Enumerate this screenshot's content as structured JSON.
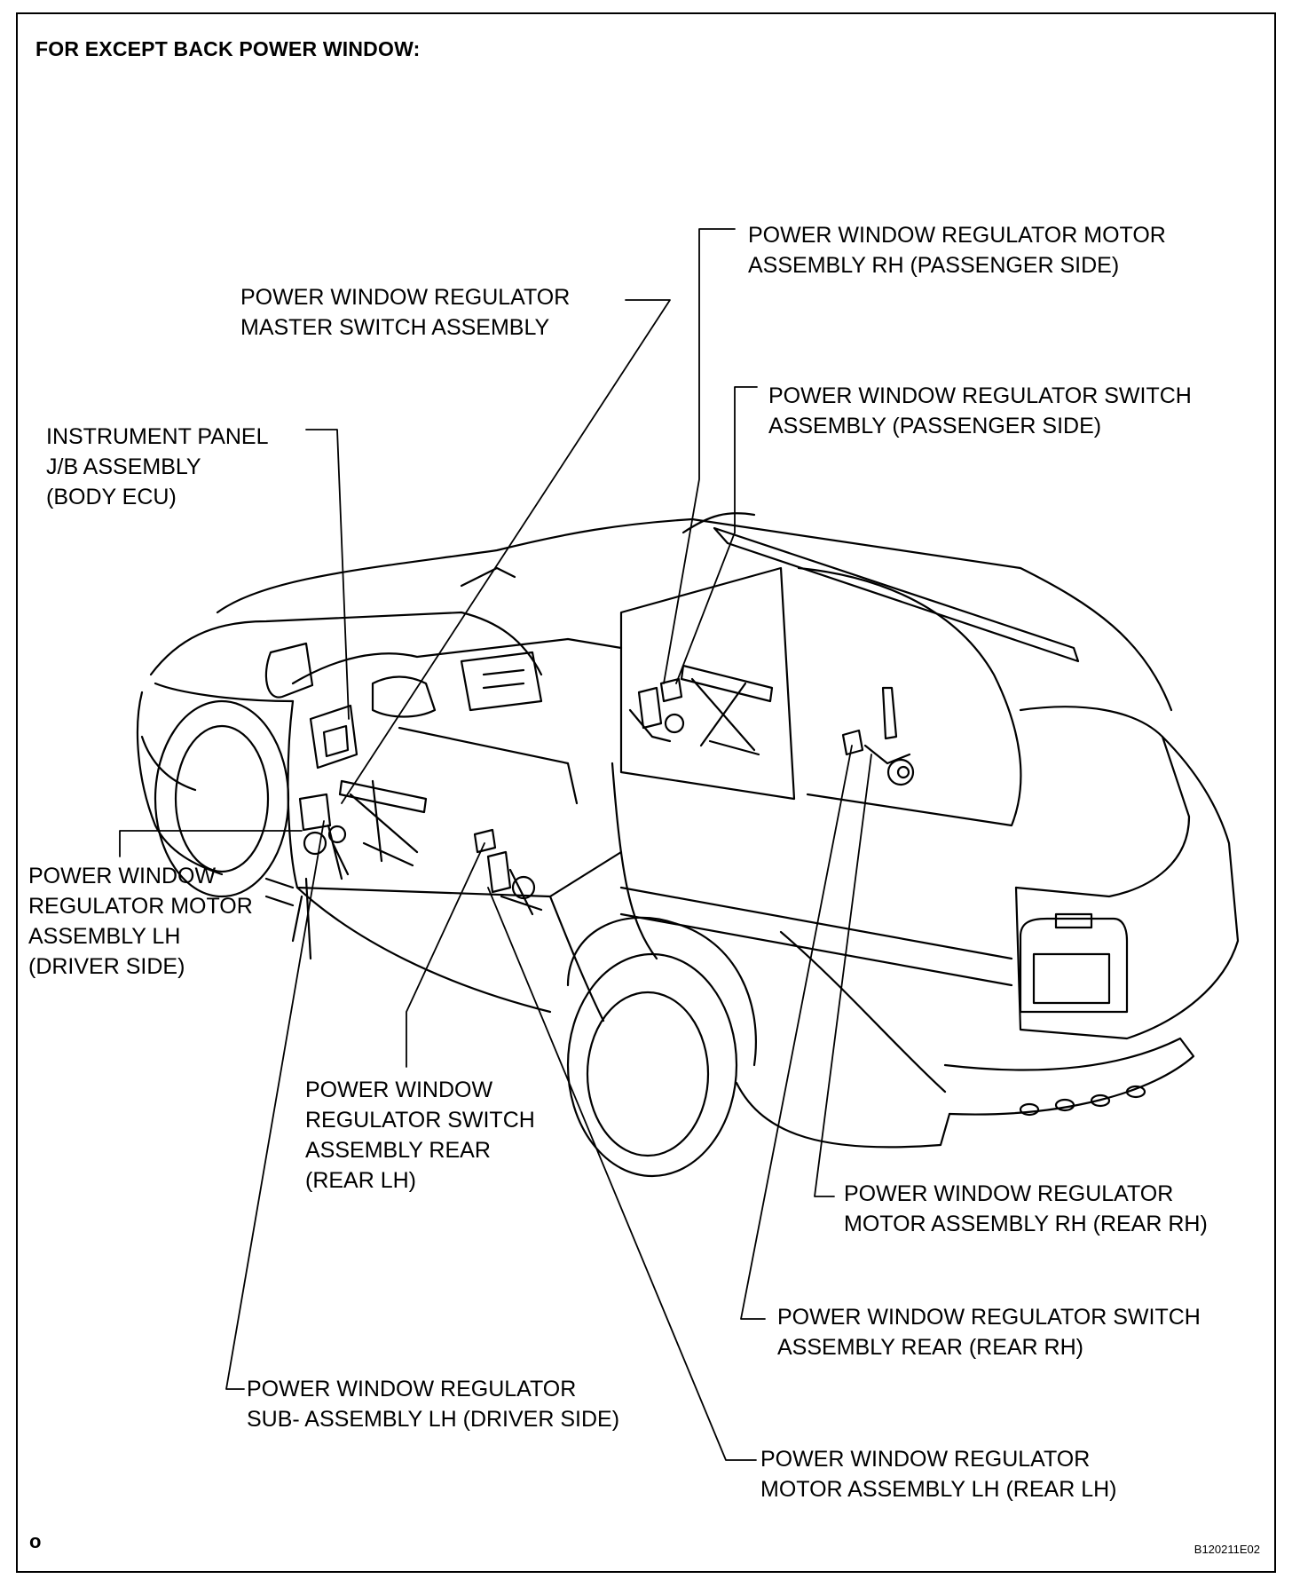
{
  "title": "FOR EXCEPT BACK POWER WINDOW:",
  "labels": {
    "master_switch": "POWER WINDOW REGULATOR\nMASTER SWITCH ASSEMBLY",
    "motor_rh_passenger": "POWER WINDOW REGULATOR MOTOR\nASSEMBLY RH (PASSENGER SIDE)",
    "switch_passenger": "POWER WINDOW REGULATOR SWITCH\nASSEMBLY (PASSENGER SIDE)",
    "instrument_panel_jb": "INSTRUMENT PANEL\nJ/B ASSEMBLY\n(BODY ECU)",
    "motor_lh_driver": "POWER WINDOW\nREGULATOR MOTOR\nASSEMBLY LH\n(DRIVER SIDE)",
    "switch_rear_lh": "POWER WINDOW\nREGULATOR SWITCH\nASSEMBLY REAR\n(REAR LH)",
    "motor_rh_rear": "POWER WINDOW REGULATOR\nMOTOR ASSEMBLY RH (REAR RH)",
    "switch_rear_rh": "POWER WINDOW REGULATOR SWITCH\nASSEMBLY REAR (REAR RH)",
    "sub_assembly_lh": "POWER WINDOW REGULATOR\nSUB- ASSEMBLY LH (DRIVER SIDE)",
    "motor_lh_rear": "POWER WINDOW REGULATOR\nMOTOR ASSEMBLY LH (REAR LH)"
  },
  "corner_mark": "o",
  "figure_code": "B120211E02"
}
